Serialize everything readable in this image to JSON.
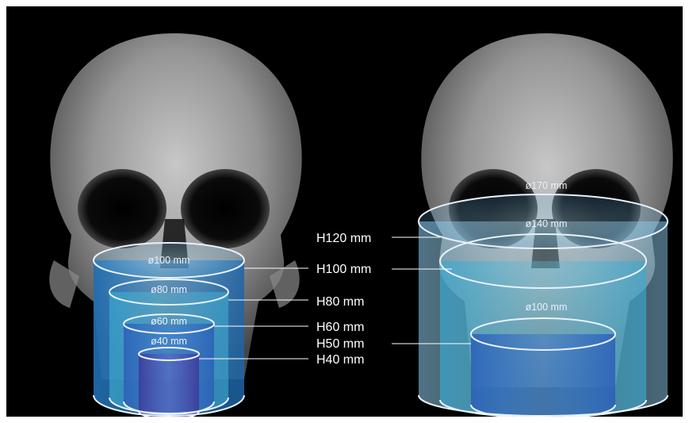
{
  "colors": {
    "background": "#000000",
    "cylinder_fill": "#2d7fc4",
    "cylinder_light": "#7fc4ee",
    "rim": "#e9f2fb",
    "leader": "#ffffff"
  },
  "left_skull": {
    "fov_labels": [
      "ø100 mm",
      "ø80 mm",
      "ø60 mm",
      "ø40 mm"
    ],
    "height_labels": [
      "H100 mm",
      "H80 mm",
      "H60 mm",
      "H40 mm"
    ]
  },
  "right_skull": {
    "fov_labels": [
      "ø170 mm",
      "ø140 mm",
      "ø100 mm"
    ],
    "height_labels": [
      "H120 mm",
      "H100 mm",
      "H50 mm"
    ]
  }
}
